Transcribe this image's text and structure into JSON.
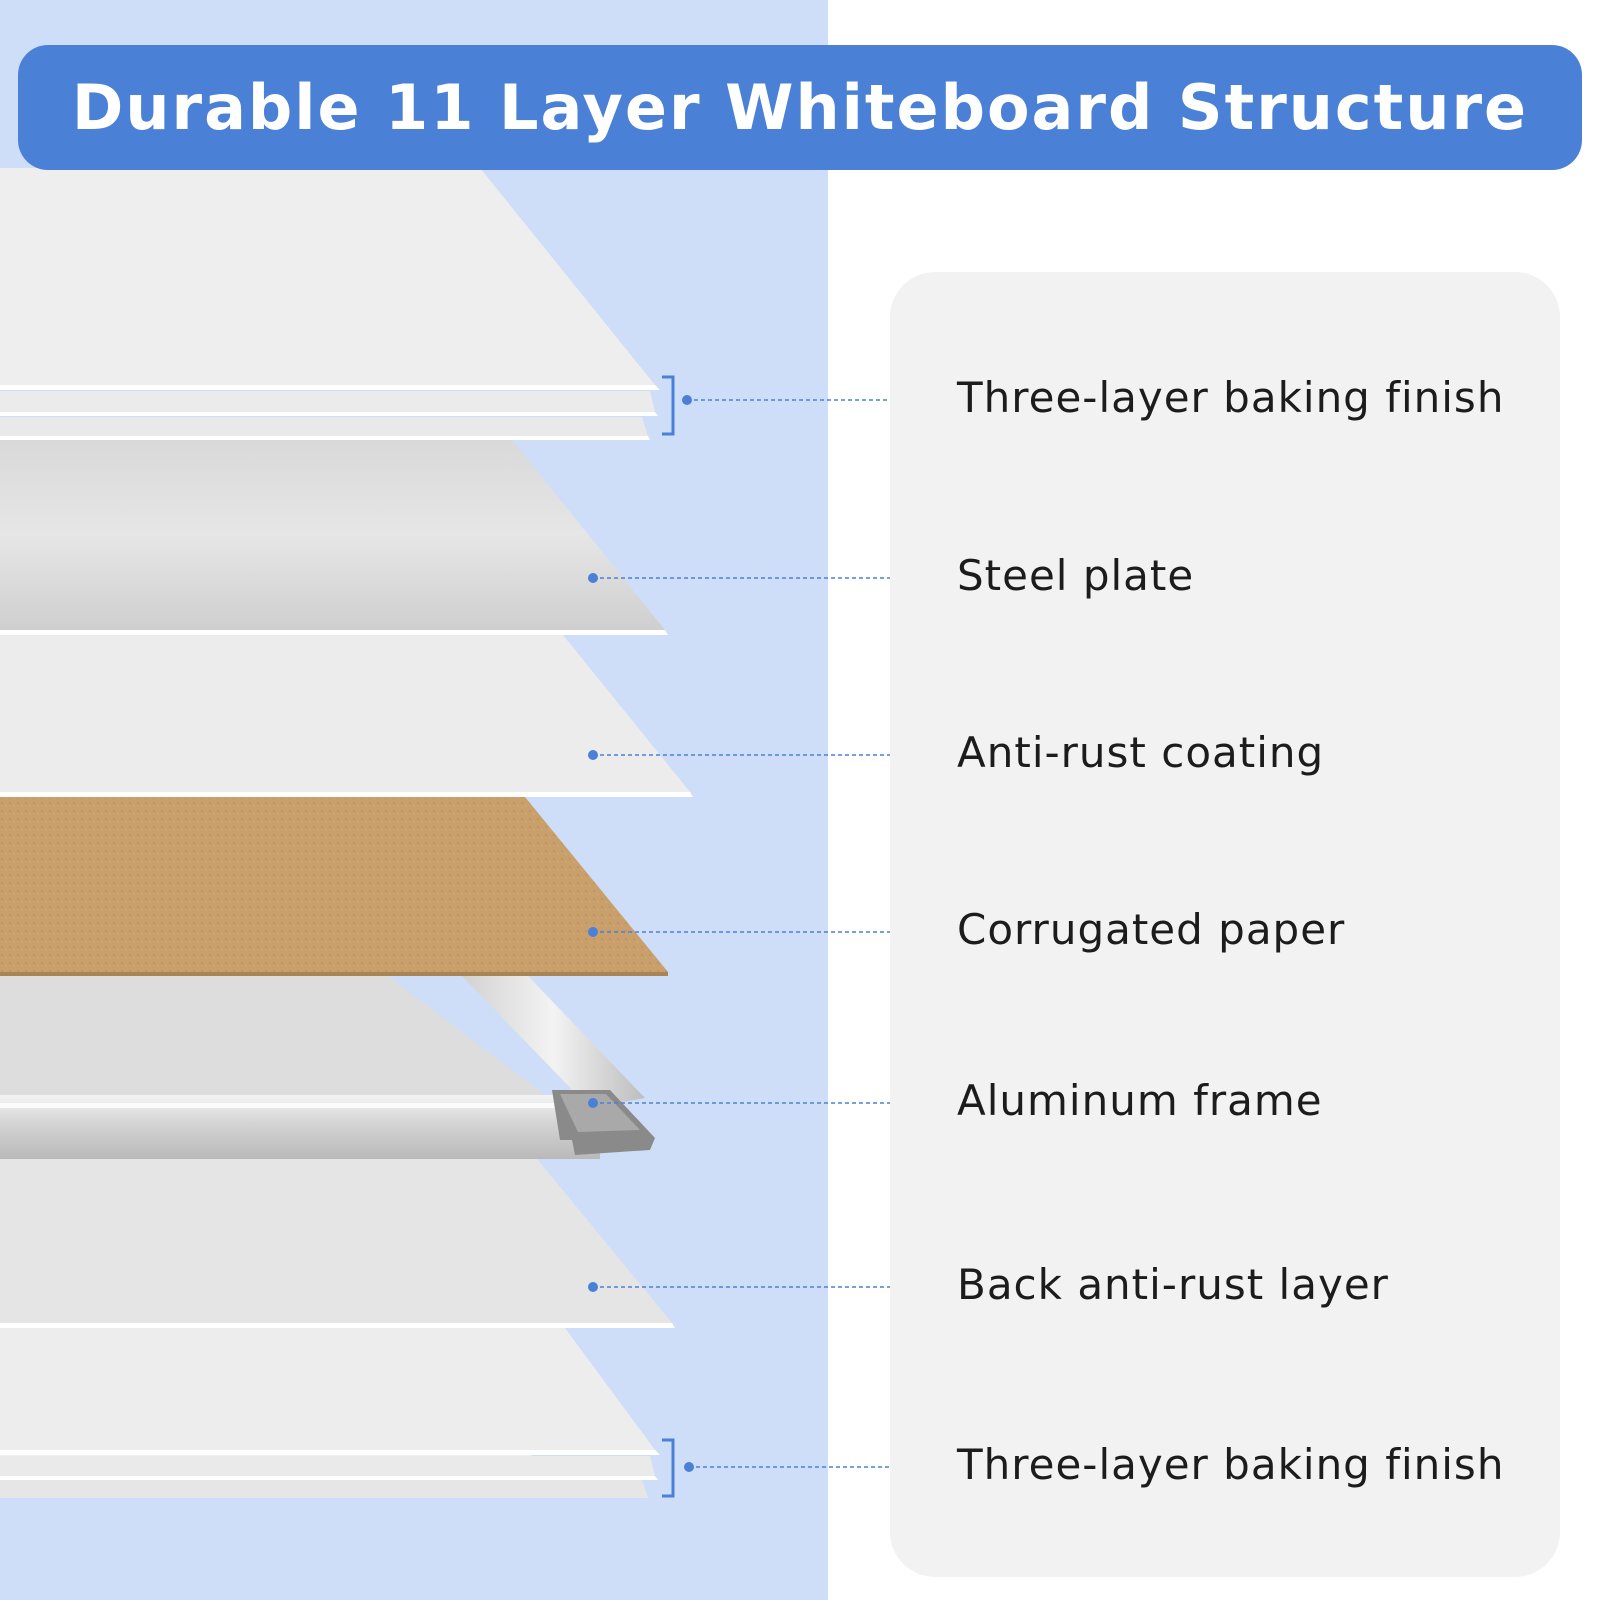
{
  "title": "Durable 11 Layer Whiteboard Structure",
  "colors": {
    "banner": "#4a80d6",
    "accent_blue": "#cfdef8",
    "leader_line": "#4a80d6",
    "panel": "#f2f2f2",
    "cardboard": "#c9a06b",
    "label_text": "#1c1c1c"
  },
  "layers": [
    {
      "label": "Three-layer baking finish"
    },
    {
      "label": "Steel plate"
    },
    {
      "label": "Anti-rust coating"
    },
    {
      "label": "Corrugated paper"
    },
    {
      "label": "Aluminum frame"
    },
    {
      "label": "Back anti-rust layer"
    },
    {
      "label": "Three-layer baking finish"
    }
  ]
}
